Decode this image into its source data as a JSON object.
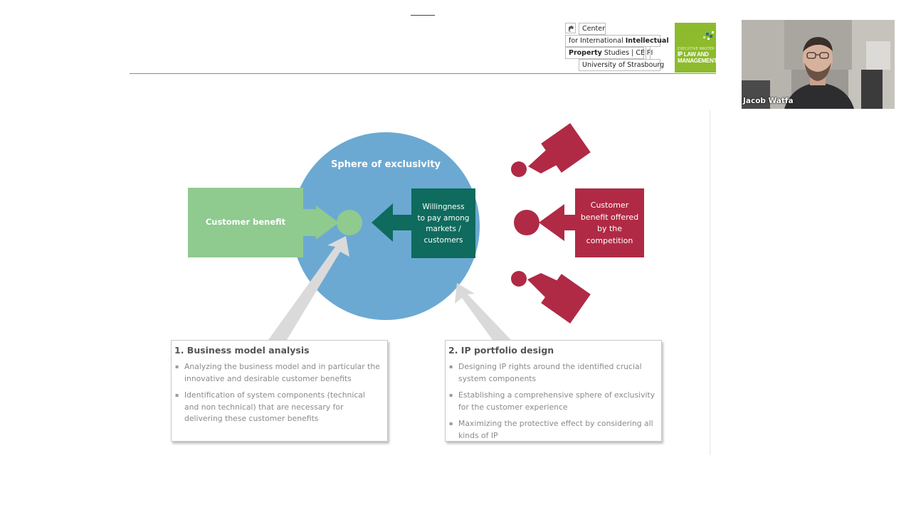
{
  "logos": {
    "ceipi_lines": {
      "line1": "Center",
      "line2_pre": "for International ",
      "line2_bold": "Intellectual",
      "line3_bold": "Property",
      "line3_post": " Studies | CEIPI",
      "line4": "University of Strasbourg"
    },
    "master_small": "EXECUTIVE MASTER OF",
    "master_line1": "IP LAW AND",
    "master_line2": "MANAGEMENT"
  },
  "video": {
    "participant_name": "Jacob Watfa"
  },
  "diagram": {
    "sphere_title": "Sphere of exclusivity",
    "customer_benefit": "Customer benefit",
    "willingness": [
      "Willingness",
      "to pay among",
      "markets /",
      "customers"
    ],
    "competition": [
      "Customer",
      "benefit offered",
      "by the",
      "competition"
    ],
    "colors": {
      "sphere": "#6ba9d3",
      "green": "#8fca8f",
      "teal": "#0e6b5d",
      "crimson": "#b02a45",
      "arrow_gray": "#dadada"
    }
  },
  "boxes": {
    "business": {
      "title": "1. Business model analysis",
      "bullets": [
        "Analyzing the business model and in particular the innovative and desirable customer benefits",
        "Identification of system components (technical and non technical) that are necessary for delivering these customer benefits"
      ]
    },
    "portfolio": {
      "title": "2. IP portfolio design",
      "bullets": [
        "Designing IP rights around the identified crucial system components",
        "Establishing a comprehensive sphere of exclusivity for the customer experience",
        "Maximizing the protective effect by considering all kinds of IP"
      ]
    }
  }
}
